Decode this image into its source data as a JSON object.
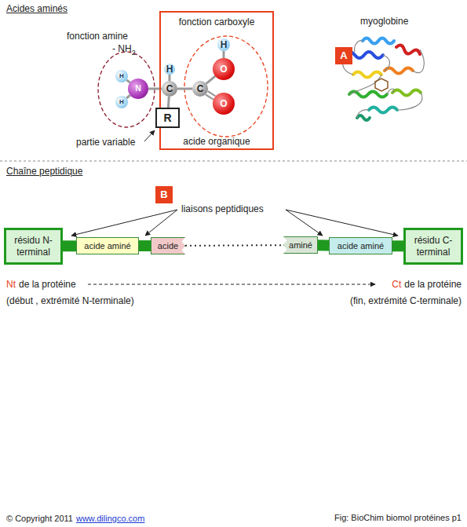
{
  "diagram": {
    "nodes": [
      {
        "text": [
          "H"
        ]
      },
      {
        "text": [
          "N"
        ]
      },
      {
        "text": [
          "H"
        ]
      },
      {
        "text": [
          "fonction carboxyle",
          "acide organique"
        ]
      },
      {
        "text": [
          "H"
        ],
        "in": 3
      },
      {
        "text": [
          "C"
        ],
        "in": 3
      },
      {
        "text": [
          "C"
        ],
        "in": 3
      },
      {
        "text": [
          "H"
        ],
        "in": 3
      },
      {
        "text": [
          "O"
        ],
        "in": 3
      },
      {
        "text": [
          "O"
        ],
        "in": 3
      },
      {
        "text": [
          "R"
        ]
      },
      {
        "text": [
          "résidu N-terminal"
        ]
      },
      {
        "text": [
          "acide aminé"
        ]
      },
      {
        "text": [
          "acide"
        ]
      },
      {
        "text": [
          "aminé"
        ]
      },
      {
        "text": [
          "acide aminé"
        ]
      },
      {
        "text": [
          "résidu C-terminal"
        ]
      }
    ],
    "edges": [
      {
        "from": 0,
        "to": 1,
        "arrow": "none"
      },
      {
        "from": 1,
        "to": 2,
        "arrow": "none"
      },
      {
        "from": 1,
        "to": 5,
        "arrow": "none"
      },
      {
        "from": 4,
        "to": 5,
        "arrow": "none"
      },
      {
        "from": 5,
        "to": 6,
        "arrow": "none"
      },
      {
        "from": 5,
        "to": 10,
        "arrow": "none"
      },
      {
        "from": 6,
        "to": 8,
        "arrow": "none"
      },
      {
        "from": 7,
        "to": 8,
        "arrow": "none"
      },
      {
        "from": 6,
        "to": 9,
        "arrow": "none"
      },
      {
        "from": 11,
        "to": 12,
        "arrow": "none"
      },
      {
        "from": 12,
        "to": 13,
        "arrow": "none"
      },
      {
        "from": 13,
        "to": 14,
        "arrow": "none"
      },
      {
        "from": 14,
        "to": 15,
        "arrow": "none"
      },
      {
        "from": 15,
        "to": 16,
        "arrow": "none"
      }
    ],
    "labels": [
      "Acides aminés",
      "fonction amine",
      "- NH",
      "2",
      "partie variable",
      "myoglobine",
      "A",
      "Chaîne peptidique",
      "B",
      "liaisons peptidiques",
      "Nt",
      "de la protéine",
      "(début , extrémité N-terminale)",
      "Ct",
      "de la protéine",
      "(fin, extrémité C-terminale)",
      "© Copyright 2011",
      "www.dilingco.com",
      "Fig: BioChim biomol protéines p1"
    ]
  }
}
